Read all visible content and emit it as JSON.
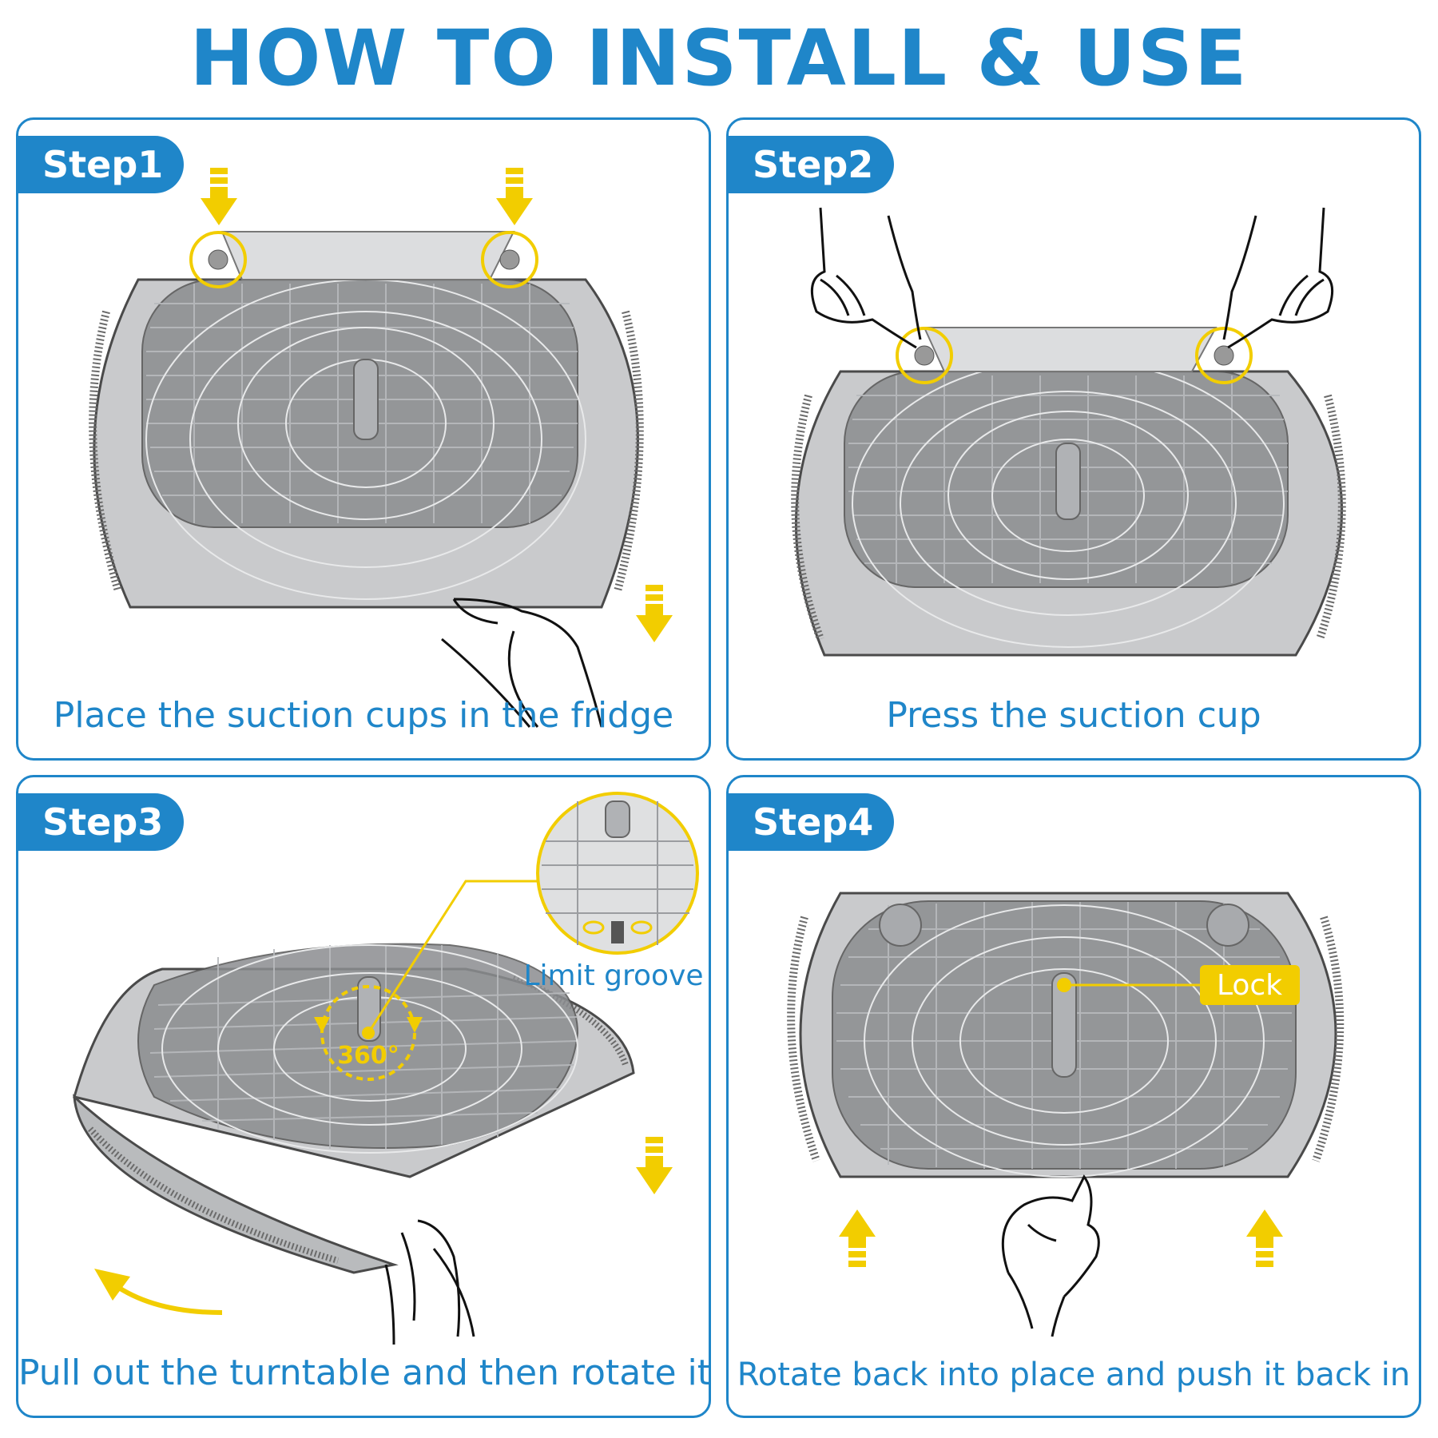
{
  "page": {
    "title": "HOW TO INSTALL & USE"
  },
  "colors": {
    "accent_blue": "#1f86c9",
    "highlight_yellow": "#f2cd00",
    "tray_gray": "#7d7f82"
  },
  "steps": [
    {
      "label": "Step1",
      "caption": "Place the suction cups in the fridge"
    },
    {
      "label": "Step2",
      "caption": "Press the suction cup"
    },
    {
      "label": "Step3",
      "caption": "Pull out the turntable and then rotate it",
      "callout": "Limit groove",
      "rotation": "360°"
    },
    {
      "label": "Step4",
      "caption": "Rotate back into place and push it back in",
      "callout": "Lock"
    }
  ]
}
